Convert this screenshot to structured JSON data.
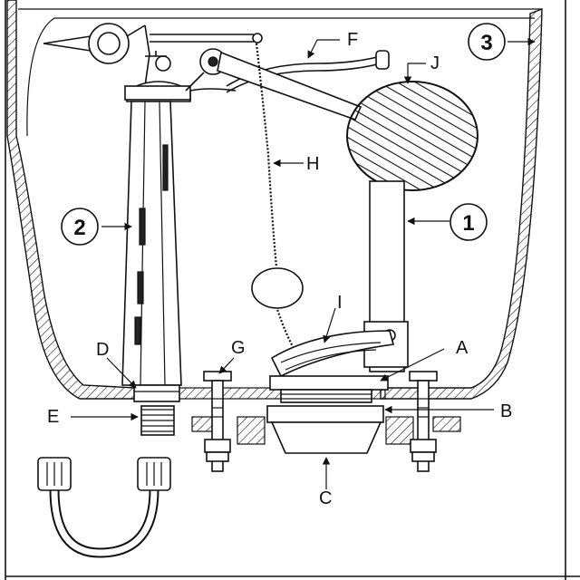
{
  "callouts": {
    "one": "1",
    "two": "2",
    "three": "3"
  },
  "letters": {
    "a": "A",
    "b": "B",
    "c": "C",
    "d": "D",
    "e": "E",
    "f": "F",
    "g": "G",
    "h": "H",
    "i": "I",
    "j": "J"
  }
}
